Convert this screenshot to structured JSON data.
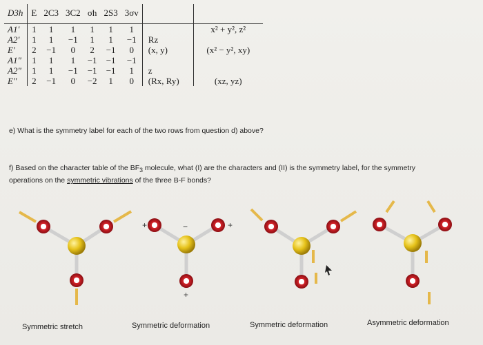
{
  "character_table": {
    "group": "D3h",
    "classes": [
      "E",
      "2C3",
      "3C2",
      "σh",
      "2S3",
      "3σv"
    ],
    "rows": [
      {
        "irrep": "A1'",
        "chars": [
          "1",
          "1",
          "1",
          "1",
          "1",
          "1"
        ],
        "linear": "",
        "quadratic": "x² + y², z²"
      },
      {
        "irrep": "A2'",
        "chars": [
          "1",
          "1",
          "−1",
          "1",
          "1",
          "−1"
        ],
        "linear": "Rz",
        "quadratic": ""
      },
      {
        "irrep": "E'",
        "chars": [
          "2",
          "−1",
          "0",
          "2",
          "−1",
          "0"
        ],
        "linear": "(x, y)",
        "quadratic": "(x² − y², xy)"
      },
      {
        "irrep": "A1\"",
        "chars": [
          "1",
          "1",
          "1",
          "−1",
          "−1",
          "−1"
        ],
        "linear": "",
        "quadratic": ""
      },
      {
        "irrep": "A2\"",
        "chars": [
          "1",
          "1",
          "−1",
          "−1",
          "−1",
          "1"
        ],
        "linear": "z",
        "quadratic": ""
      },
      {
        "irrep": "E\"",
        "chars": [
          "2",
          "−1",
          "0",
          "−2",
          "1",
          "0"
        ],
        "linear": "(Rx, Ry)",
        "quadratic": "(xz, yz)"
      }
    ]
  },
  "questions": {
    "e": "e) What is the symmetry label for each of the two rows from question d) above?",
    "f_part1": "f) Based on the character table of the BF",
    "f_sub": "3",
    "f_part2": " molecule, what (I) are the characters and (II) is the symmetry label, for the symmetry",
    "f_part3": "operations on the ",
    "f_underline": "symmetric vibrations",
    "f_part4": " of the three B-F bonds?"
  },
  "diagrams": {
    "captions": [
      "Symmetric stretch",
      "Symmetric deformation",
      "Symmetric deformation",
      "Asymmetric deformation"
    ],
    "signs": [
      "+",
      "−",
      "+",
      "+"
    ],
    "colors": {
      "boron": "#e6c21a",
      "fluorine": "#d8252b",
      "bond": "#cfcfcf",
      "arrow_orange": "#f0a030",
      "arrow_gold": "#e5b84a"
    }
  }
}
